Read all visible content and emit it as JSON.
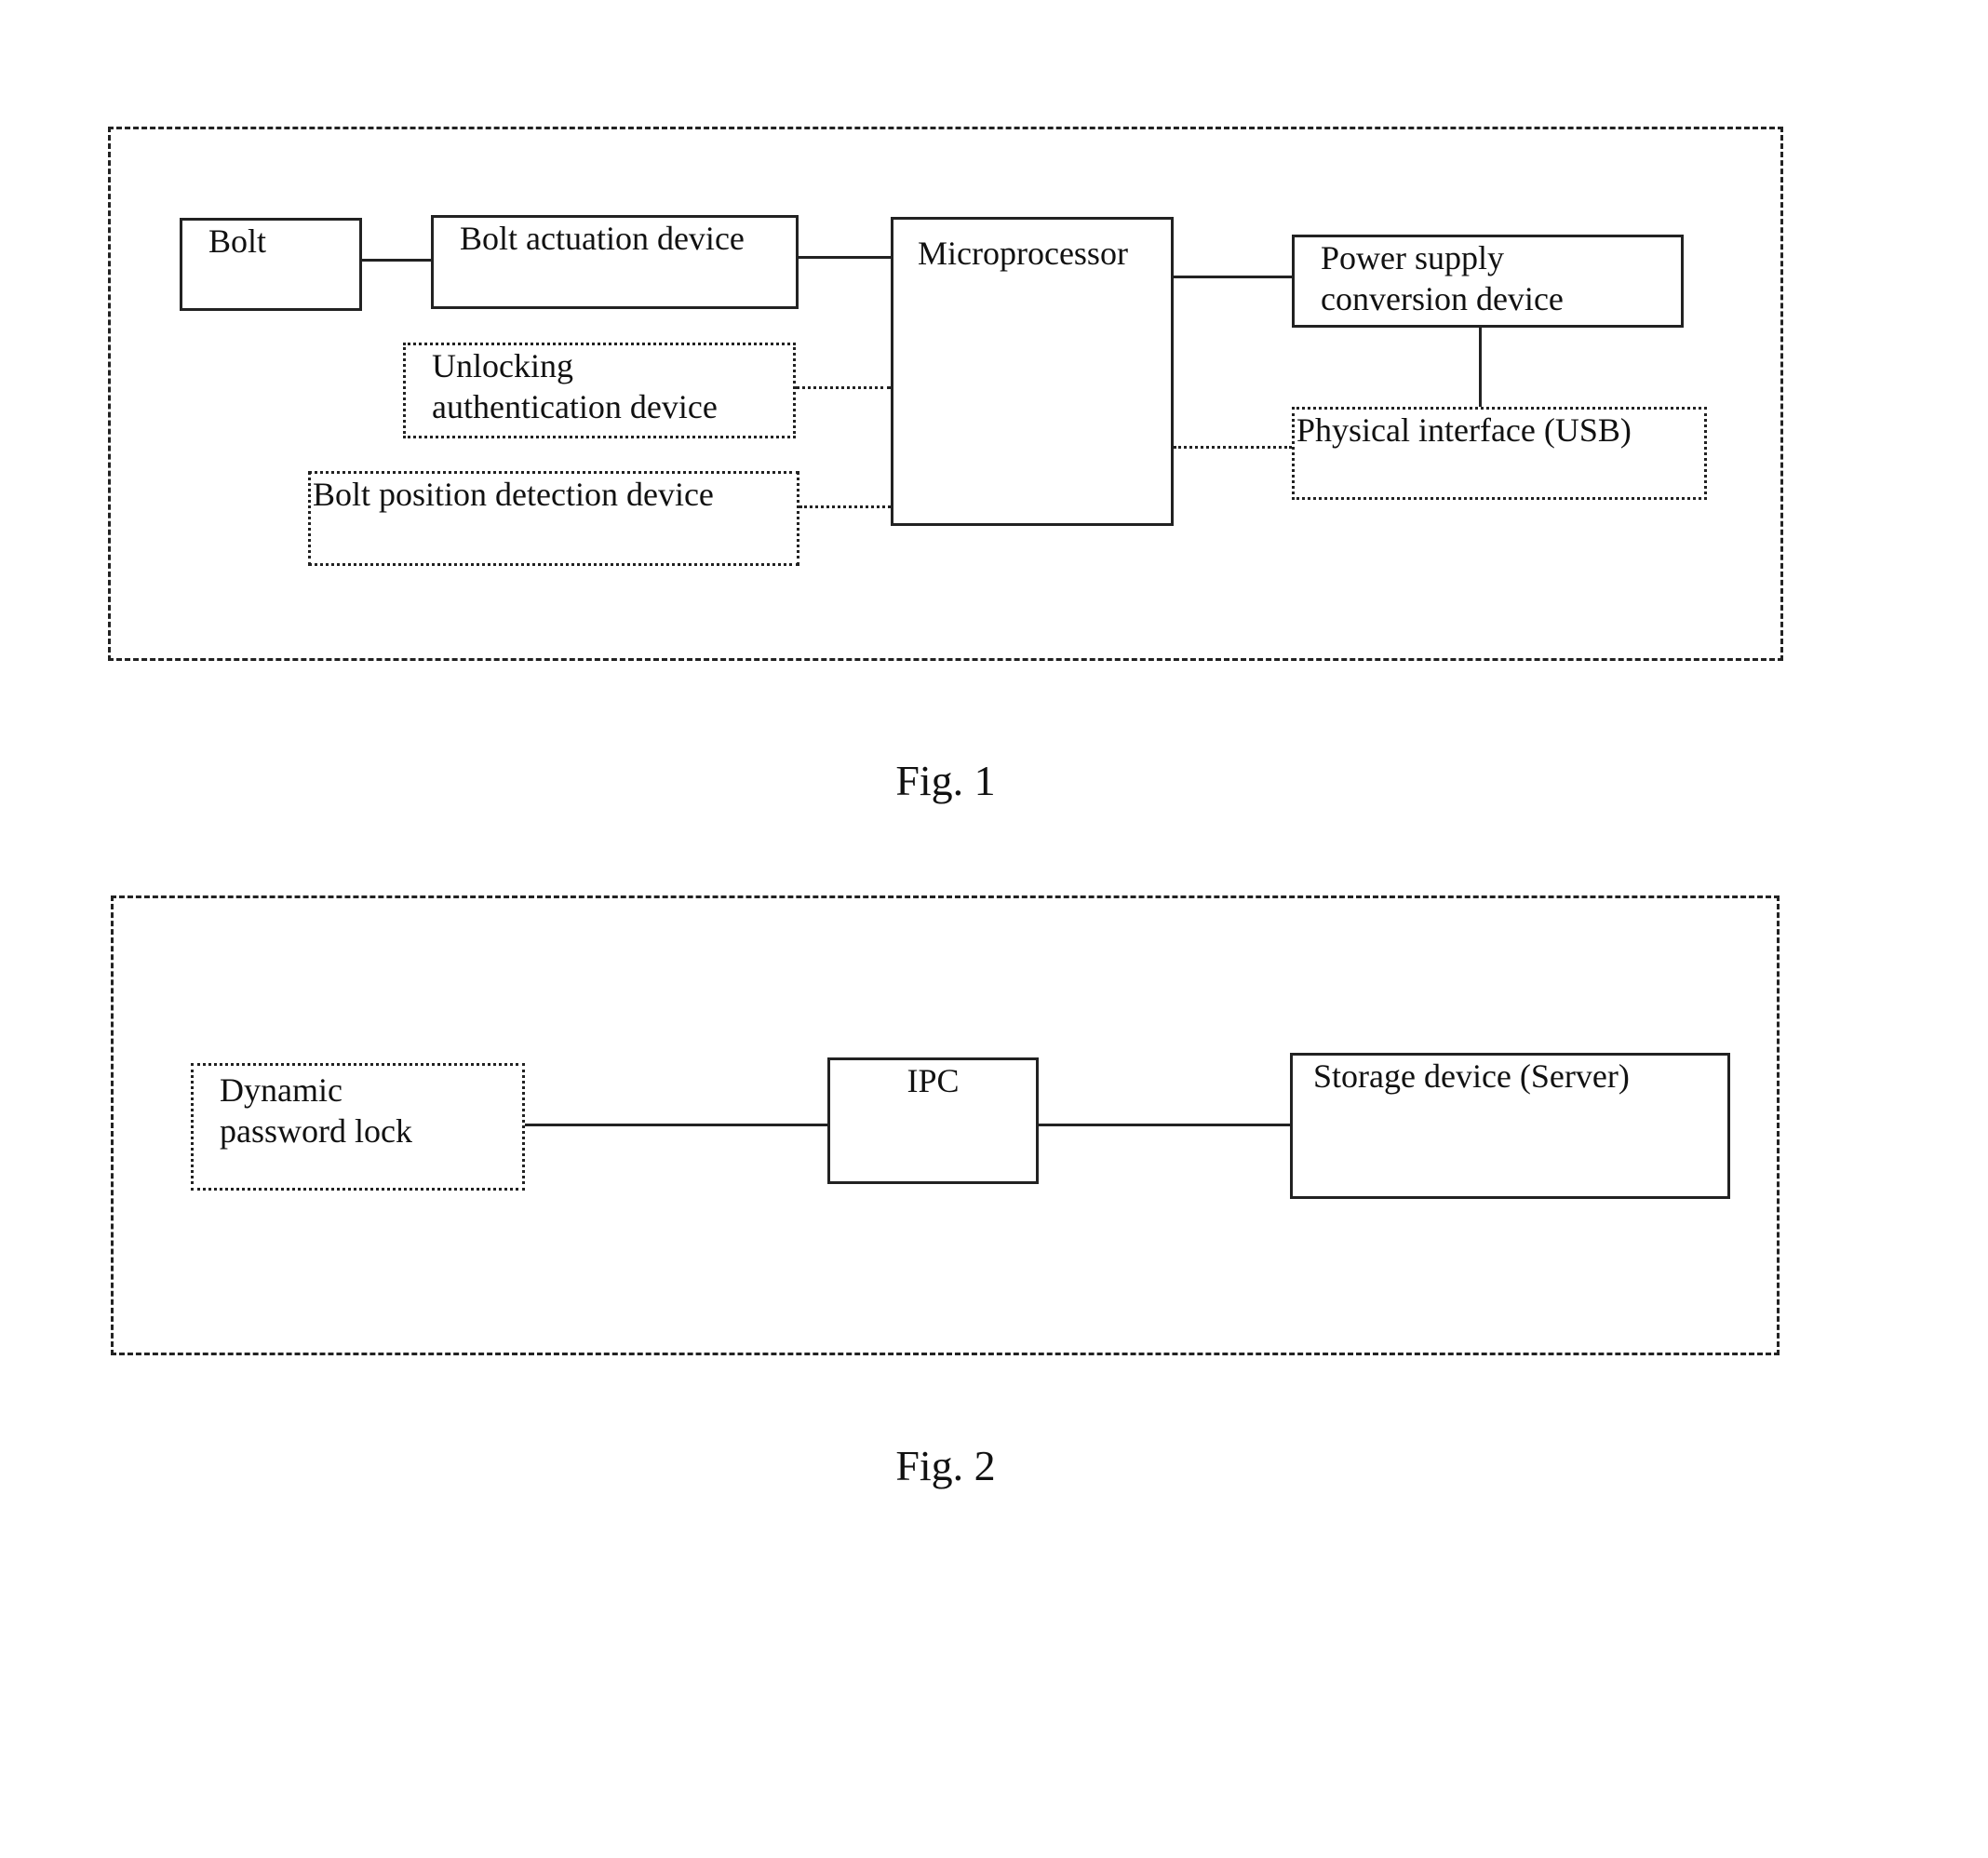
{
  "figure1": {
    "caption": "Fig. 1",
    "blocks": {
      "bolt": "Bolt",
      "bolt_actuation": "Bolt actuation device",
      "unlocking_auth_line1": "Unlocking",
      "unlocking_auth_line2": "authentication device",
      "bolt_position": "Bolt position detection device",
      "microprocessor": "Microprocessor",
      "power_supply_word1": "Power",
      "power_supply_word2": "supply",
      "power_supply_line2": "conversion device",
      "physical_interface": "Physical interface (USB)"
    },
    "connections": [
      [
        "Bolt",
        "Bolt actuation device"
      ],
      [
        "Bolt actuation device",
        "Microprocessor"
      ],
      [
        "Unlocking authentication device",
        "Microprocessor"
      ],
      [
        "Bolt position detection device",
        "Microprocessor"
      ],
      [
        "Microprocessor",
        "Power supply conversion device"
      ],
      [
        "Microprocessor",
        "Physical interface (USB)"
      ],
      [
        "Power supply conversion device",
        "Physical interface (USB)"
      ]
    ]
  },
  "figure2": {
    "caption": "Fig. 2",
    "blocks": {
      "dynamic_lock_line1": "Dynamic",
      "dynamic_lock_line2": "password lock",
      "ipc": "IPC",
      "storage": "Storage device (Server)"
    },
    "connections": [
      [
        "Dynamic password lock",
        "IPC"
      ],
      [
        "IPC",
        "Storage device (Server)"
      ]
    ]
  }
}
